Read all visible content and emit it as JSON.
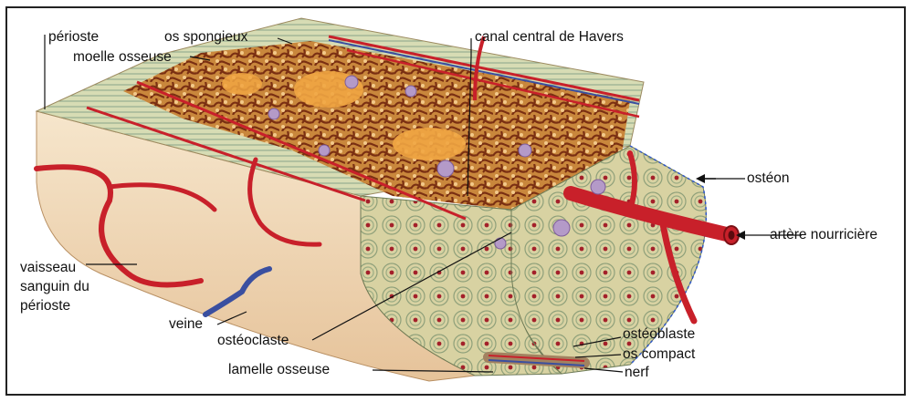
{
  "labels": {
    "periosteum": "périoste",
    "spongy_bone": "os spongieux",
    "bone_marrow": "moelle osseuse",
    "haversian_canal": "canal central de Havers",
    "osteon": "ostéon",
    "nutrient_artery": "artère nourricière",
    "periosteal_vessel_line1": "vaisseau",
    "periosteal_vessel_line2": "sanguin du",
    "periosteal_vessel_line3": "périoste",
    "vein": "veine",
    "osteoclast": "ostéoclaste",
    "osteoblast": "ostéoblaste",
    "compact_bone": "os compact",
    "bone_lamella": "lamelle osseuse",
    "nerve": "nerf"
  },
  "colors": {
    "artery": "#c8202a",
    "vein": "#3a4fa0",
    "spongy": "#a0522d",
    "marrow": "#f0a23c",
    "compact": "#d9d4a8",
    "periosteum_outer": "#f2d9b8",
    "osteoclast": "#b49ac8"
  }
}
